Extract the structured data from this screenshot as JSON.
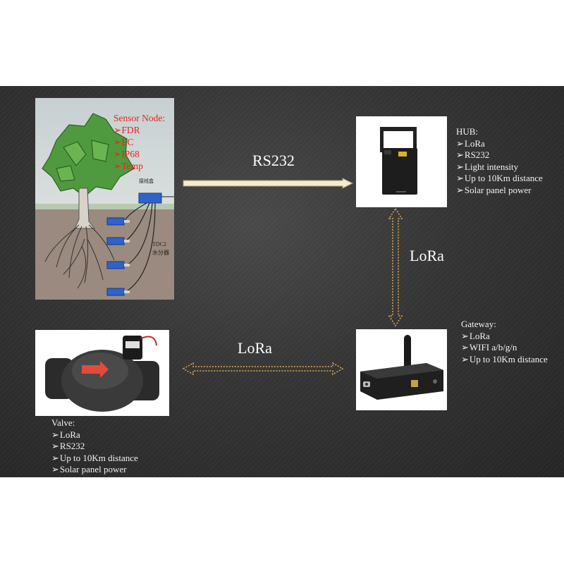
{
  "sensor_node": {
    "title": "Sensor Node:",
    "items": [
      "FDR",
      "EC",
      "IP68",
      "Temp"
    ],
    "junction_label": "接线盒",
    "model_label": "TDC2",
    "model_sub": "水分器"
  },
  "hub": {
    "title": "HUB:",
    "items": [
      "LoRa",
      "RS232",
      "Light intensity",
      "Up to 10Km distance",
      "Solar panel power"
    ]
  },
  "gateway": {
    "title": "Gateway:",
    "items": [
      "LoRa",
      "WIFI a/b/g/n",
      "Up to 10Km distance"
    ]
  },
  "valve": {
    "title": "Valve:",
    "items": [
      "LoRa",
      "RS232",
      "Up to 10Km distance",
      "Solar panel power"
    ]
  },
  "links": {
    "sensor_to_hub": "RS232",
    "hub_to_gateway": "LoRa",
    "valve_to_gateway": "LoRa"
  },
  "colors": {
    "slide_background": "#333333",
    "sensor_text": "#e8231f",
    "spec_text": "#f2f2f2",
    "arrow_fill": "#f4ecd2",
    "lora_arrow": "#e0a858"
  }
}
